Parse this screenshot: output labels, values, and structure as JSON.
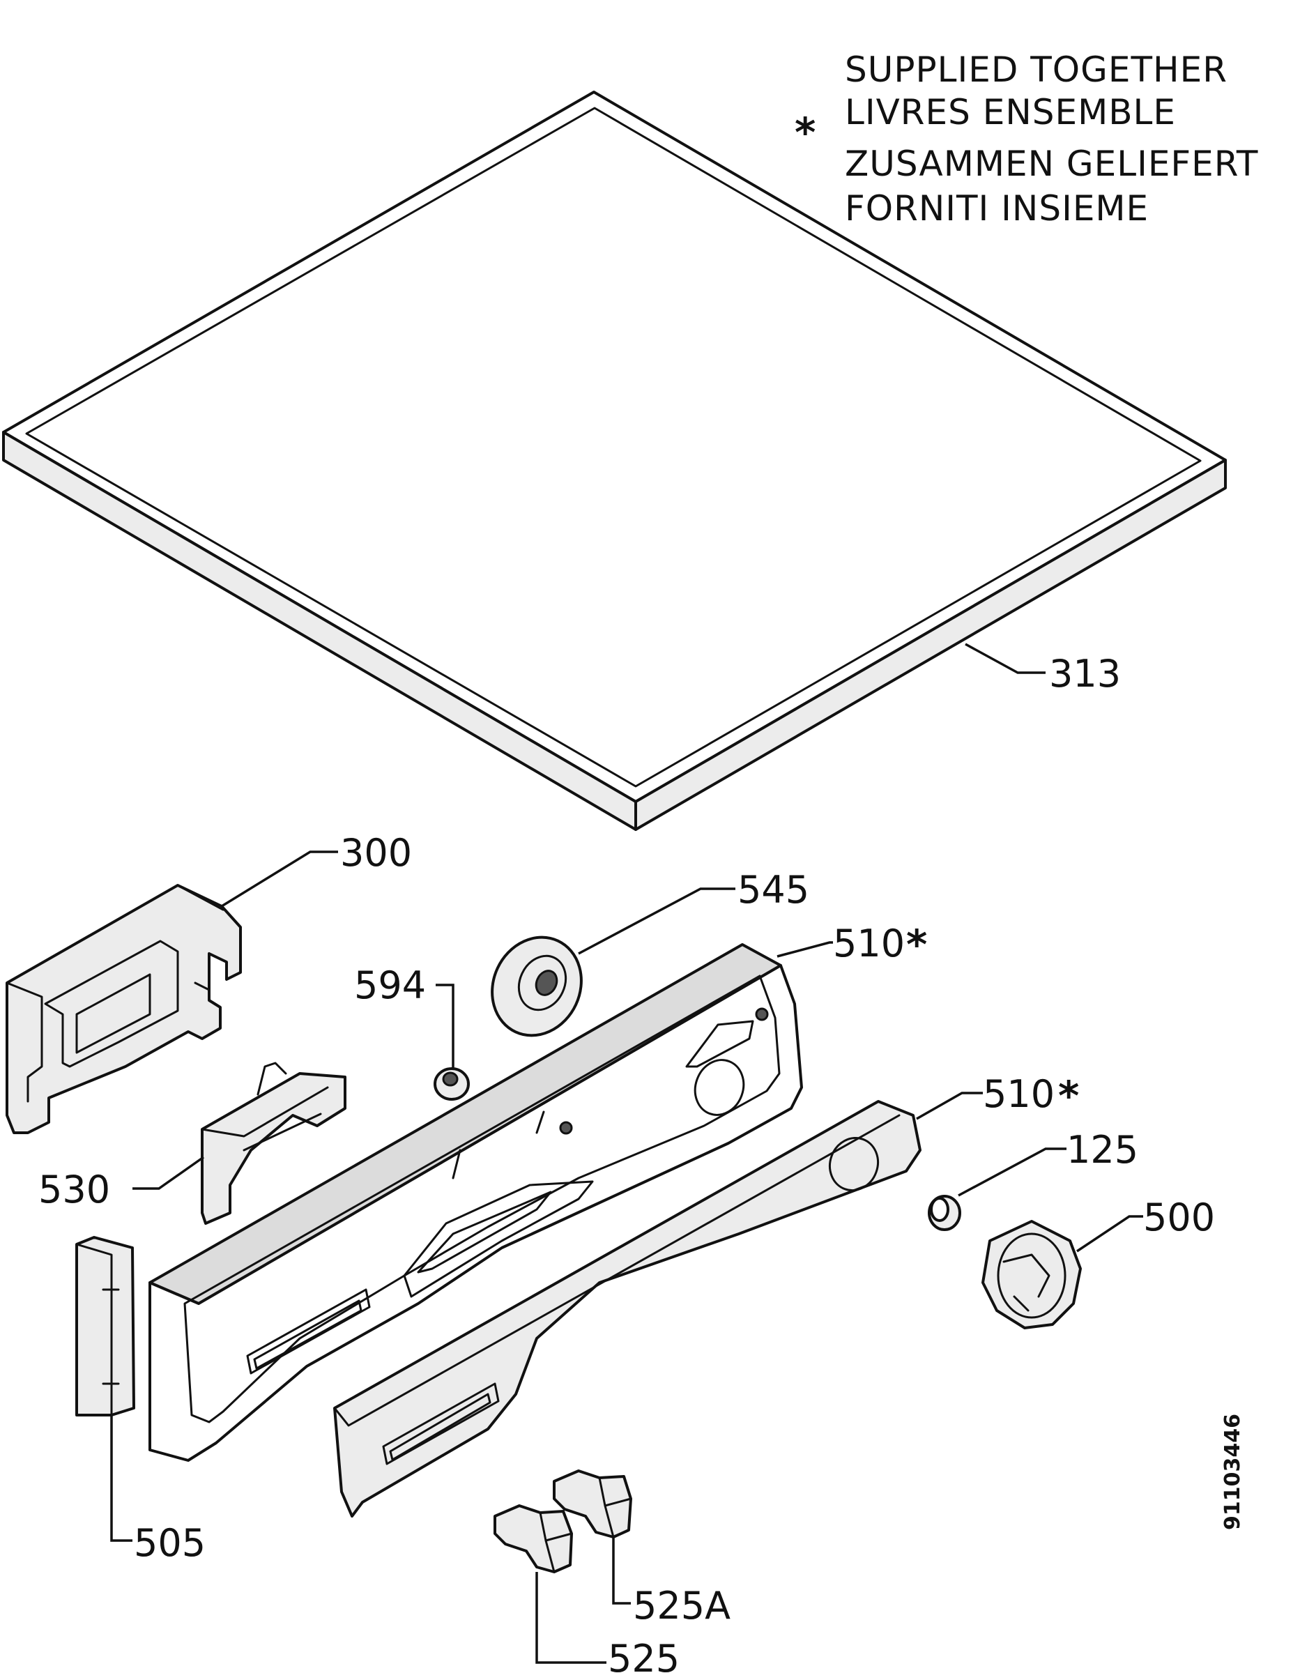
{
  "note": {
    "symbol": "*",
    "lines": [
      "SUPPLIED TOGETHER",
      "LIVRES ENSEMBLE",
      "ZUSAMMEN GELIEFERT",
      "FORNITI INSIEME"
    ]
  },
  "labels": {
    "p313": "313",
    "p300": "300",
    "p545": "545",
    "p510a": "510",
    "p510a_star": "*",
    "p594": "594",
    "p510b": "510",
    "p510b_star": "*",
    "p125": "125",
    "p500": "500",
    "p530": "530",
    "p505": "505",
    "p525A": "525A",
    "p525": "525"
  },
  "drawing_code": "91103446"
}
